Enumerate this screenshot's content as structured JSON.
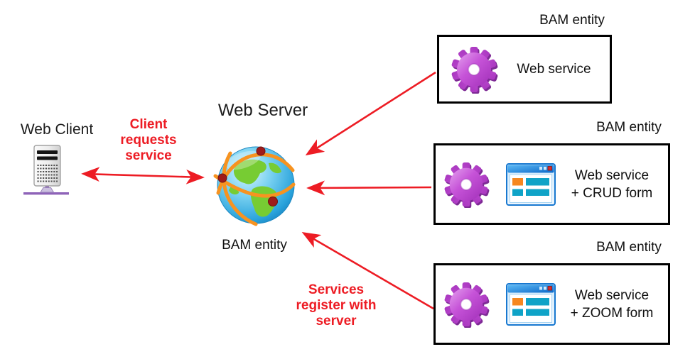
{
  "diagram": {
    "client": {
      "label": "Web Client"
    },
    "server": {
      "label": "Web Server",
      "bam_label": "BAM entity"
    },
    "arrows": {
      "client_request_label": "Client requests service",
      "services_register_label": "Services register with server"
    },
    "entities": [
      {
        "bam_label": "BAM entity",
        "line1": "Web service",
        "line2": ""
      },
      {
        "bam_label": "BAM entity",
        "line1": "Web service",
        "line2": "+ CRUD form"
      },
      {
        "bam_label": "BAM entity",
        "line1": "Web service",
        "line2": "+ ZOOM form"
      }
    ],
    "icons": {
      "client": "computer-tower-icon",
      "server": "globe-network-icon",
      "service": "gear-icon",
      "form": "form-window-icon"
    },
    "colors": {
      "arrow_red": "#ed1c24",
      "label_red": "#ed1c24",
      "box_border": "#000000",
      "gear_purple": "#b845cf",
      "globe_blue": "#2aa3dc",
      "globe_green": "#77cc33",
      "arc_orange": "#f79320",
      "node_dark_red": "#9e1b1b",
      "teal_bar": "#0fa3c7",
      "orange_bar": "#f6871f",
      "network_purple": "#8e63b8"
    }
  }
}
